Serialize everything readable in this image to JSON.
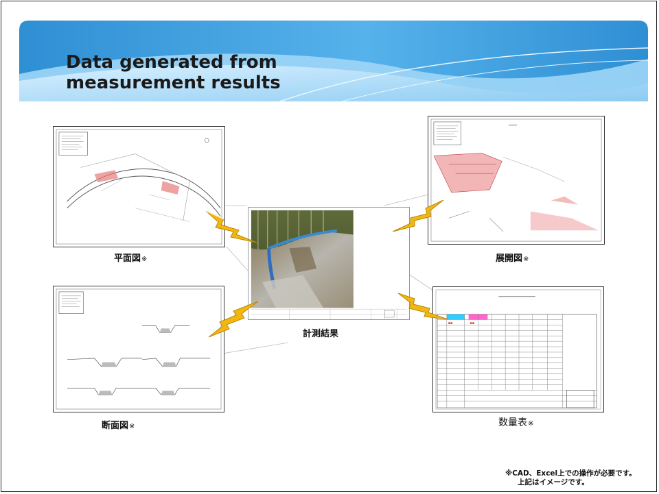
{
  "title": {
    "line1": "Data generated from",
    "line2": "measurement results"
  },
  "captions": {
    "plan": "平面図",
    "development": "展開図",
    "section": "断面図",
    "quantity": "数量表",
    "center": "計測結果",
    "mark": "※"
  },
  "footnote": {
    "line1": "※CAD、Excel上での操作が必要です。",
    "line2": "上記はイメージです。"
  },
  "colors": {
    "banner_dark": "#3a95d6",
    "banner_light": "#bfe3fb",
    "bolt": "#f2b80f",
    "pink_header": "#ff66cc",
    "cyan_header": "#33ccff",
    "drawing_red": "#e87a7a"
  }
}
